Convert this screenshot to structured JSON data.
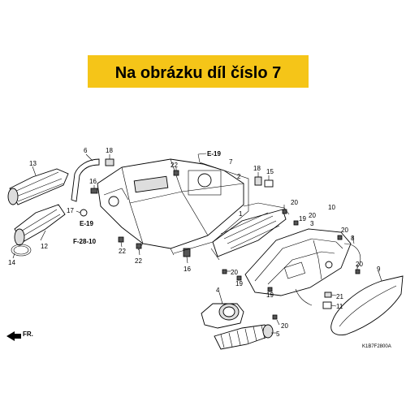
{
  "banner": {
    "text": "Na obrázku díl číslo 7",
    "background": "#f5c518"
  },
  "callouts": [
    {
      "id": "c13",
      "text": "13"
    },
    {
      "id": "c6",
      "text": "6"
    },
    {
      "id": "c18a",
      "text": "18"
    },
    {
      "id": "c16a",
      "text": "16"
    },
    {
      "id": "c17",
      "text": "17"
    },
    {
      "id": "c12",
      "text": "12"
    },
    {
      "id": "c14",
      "text": "14"
    },
    {
      "id": "c22a",
      "text": "22"
    },
    {
      "id": "c22b",
      "text": "22"
    },
    {
      "id": "c22c",
      "text": "22"
    },
    {
      "id": "c7",
      "text": "7"
    },
    {
      "id": "c2",
      "text": "2"
    },
    {
      "id": "c18b",
      "text": "18"
    },
    {
      "id": "c15",
      "text": "15"
    },
    {
      "id": "c1",
      "text": "1"
    },
    {
      "id": "c20a",
      "text": "20"
    },
    {
      "id": "c19a",
      "text": "19"
    },
    {
      "id": "c20b",
      "text": "20"
    },
    {
      "id": "c3",
      "text": "3"
    },
    {
      "id": "c10",
      "text": "10"
    },
    {
      "id": "c20c",
      "text": "20"
    },
    {
      "id": "c8",
      "text": "8"
    },
    {
      "id": "c20d",
      "text": "20"
    },
    {
      "id": "c16b",
      "text": "16"
    },
    {
      "id": "c20e",
      "text": "20"
    },
    {
      "id": "c19b",
      "text": "19"
    },
    {
      "id": "c19c",
      "text": "19"
    },
    {
      "id": "c4",
      "text": "4"
    },
    {
      "id": "c9",
      "text": "9"
    },
    {
      "id": "c21",
      "text": "21"
    },
    {
      "id": "c11",
      "text": "11"
    },
    {
      "id": "c20f",
      "text": "20"
    },
    {
      "id": "c5",
      "text": "5"
    }
  ],
  "references": [
    {
      "id": "r1",
      "text": "E-19"
    },
    {
      "id": "r2",
      "text": "E-19"
    },
    {
      "id": "r3",
      "text": "F-28-10"
    }
  ],
  "direction_label": "FR.",
  "diagram_code": "K1B7F2800A"
}
